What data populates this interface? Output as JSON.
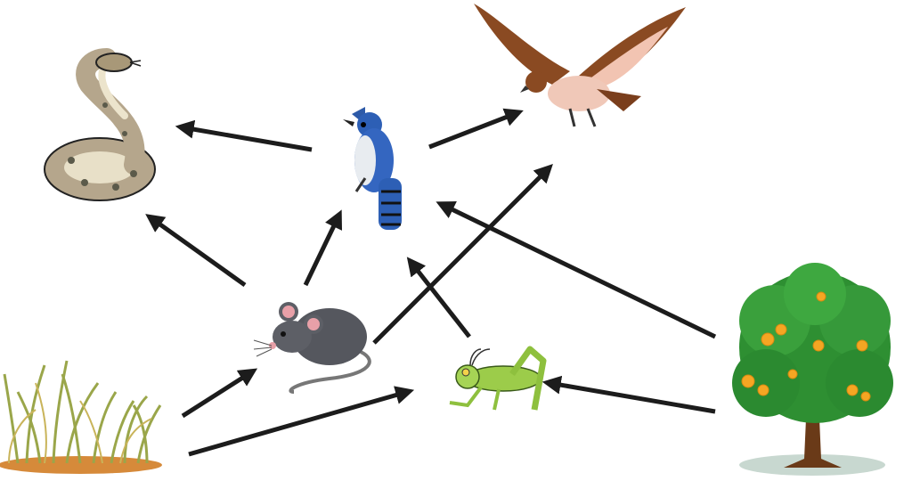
{
  "organisms": [
    {
      "id": "snake",
      "icon": "snake-icon"
    },
    {
      "id": "bluejay",
      "icon": "bluejay-icon"
    },
    {
      "id": "hawk",
      "icon": "hawk-icon"
    },
    {
      "id": "mouse",
      "icon": "mouse-icon"
    },
    {
      "id": "grasshopper",
      "icon": "grasshopper-icon"
    },
    {
      "id": "grass",
      "icon": "grass-icon"
    },
    {
      "id": "orange-tree",
      "icon": "orange-tree-icon"
    }
  ],
  "arrows": [
    {
      "from": "bluejay",
      "to": "snake"
    },
    {
      "from": "bluejay",
      "to": "hawk"
    },
    {
      "from": "mouse",
      "to": "snake"
    },
    {
      "from": "mouse",
      "to": "bluejay"
    },
    {
      "from": "mouse",
      "to": "hawk"
    },
    {
      "from": "grasshopper",
      "to": "bluejay"
    },
    {
      "from": "orange-tree",
      "to": "bluejay"
    },
    {
      "from": "orange-tree",
      "to": "grasshopper"
    },
    {
      "from": "grass",
      "to": "mouse"
    },
    {
      "from": "grass",
      "to": "grasshopper"
    }
  ],
  "colors": {
    "arrow": "#1c1c1c",
    "background": "#ffffff"
  }
}
